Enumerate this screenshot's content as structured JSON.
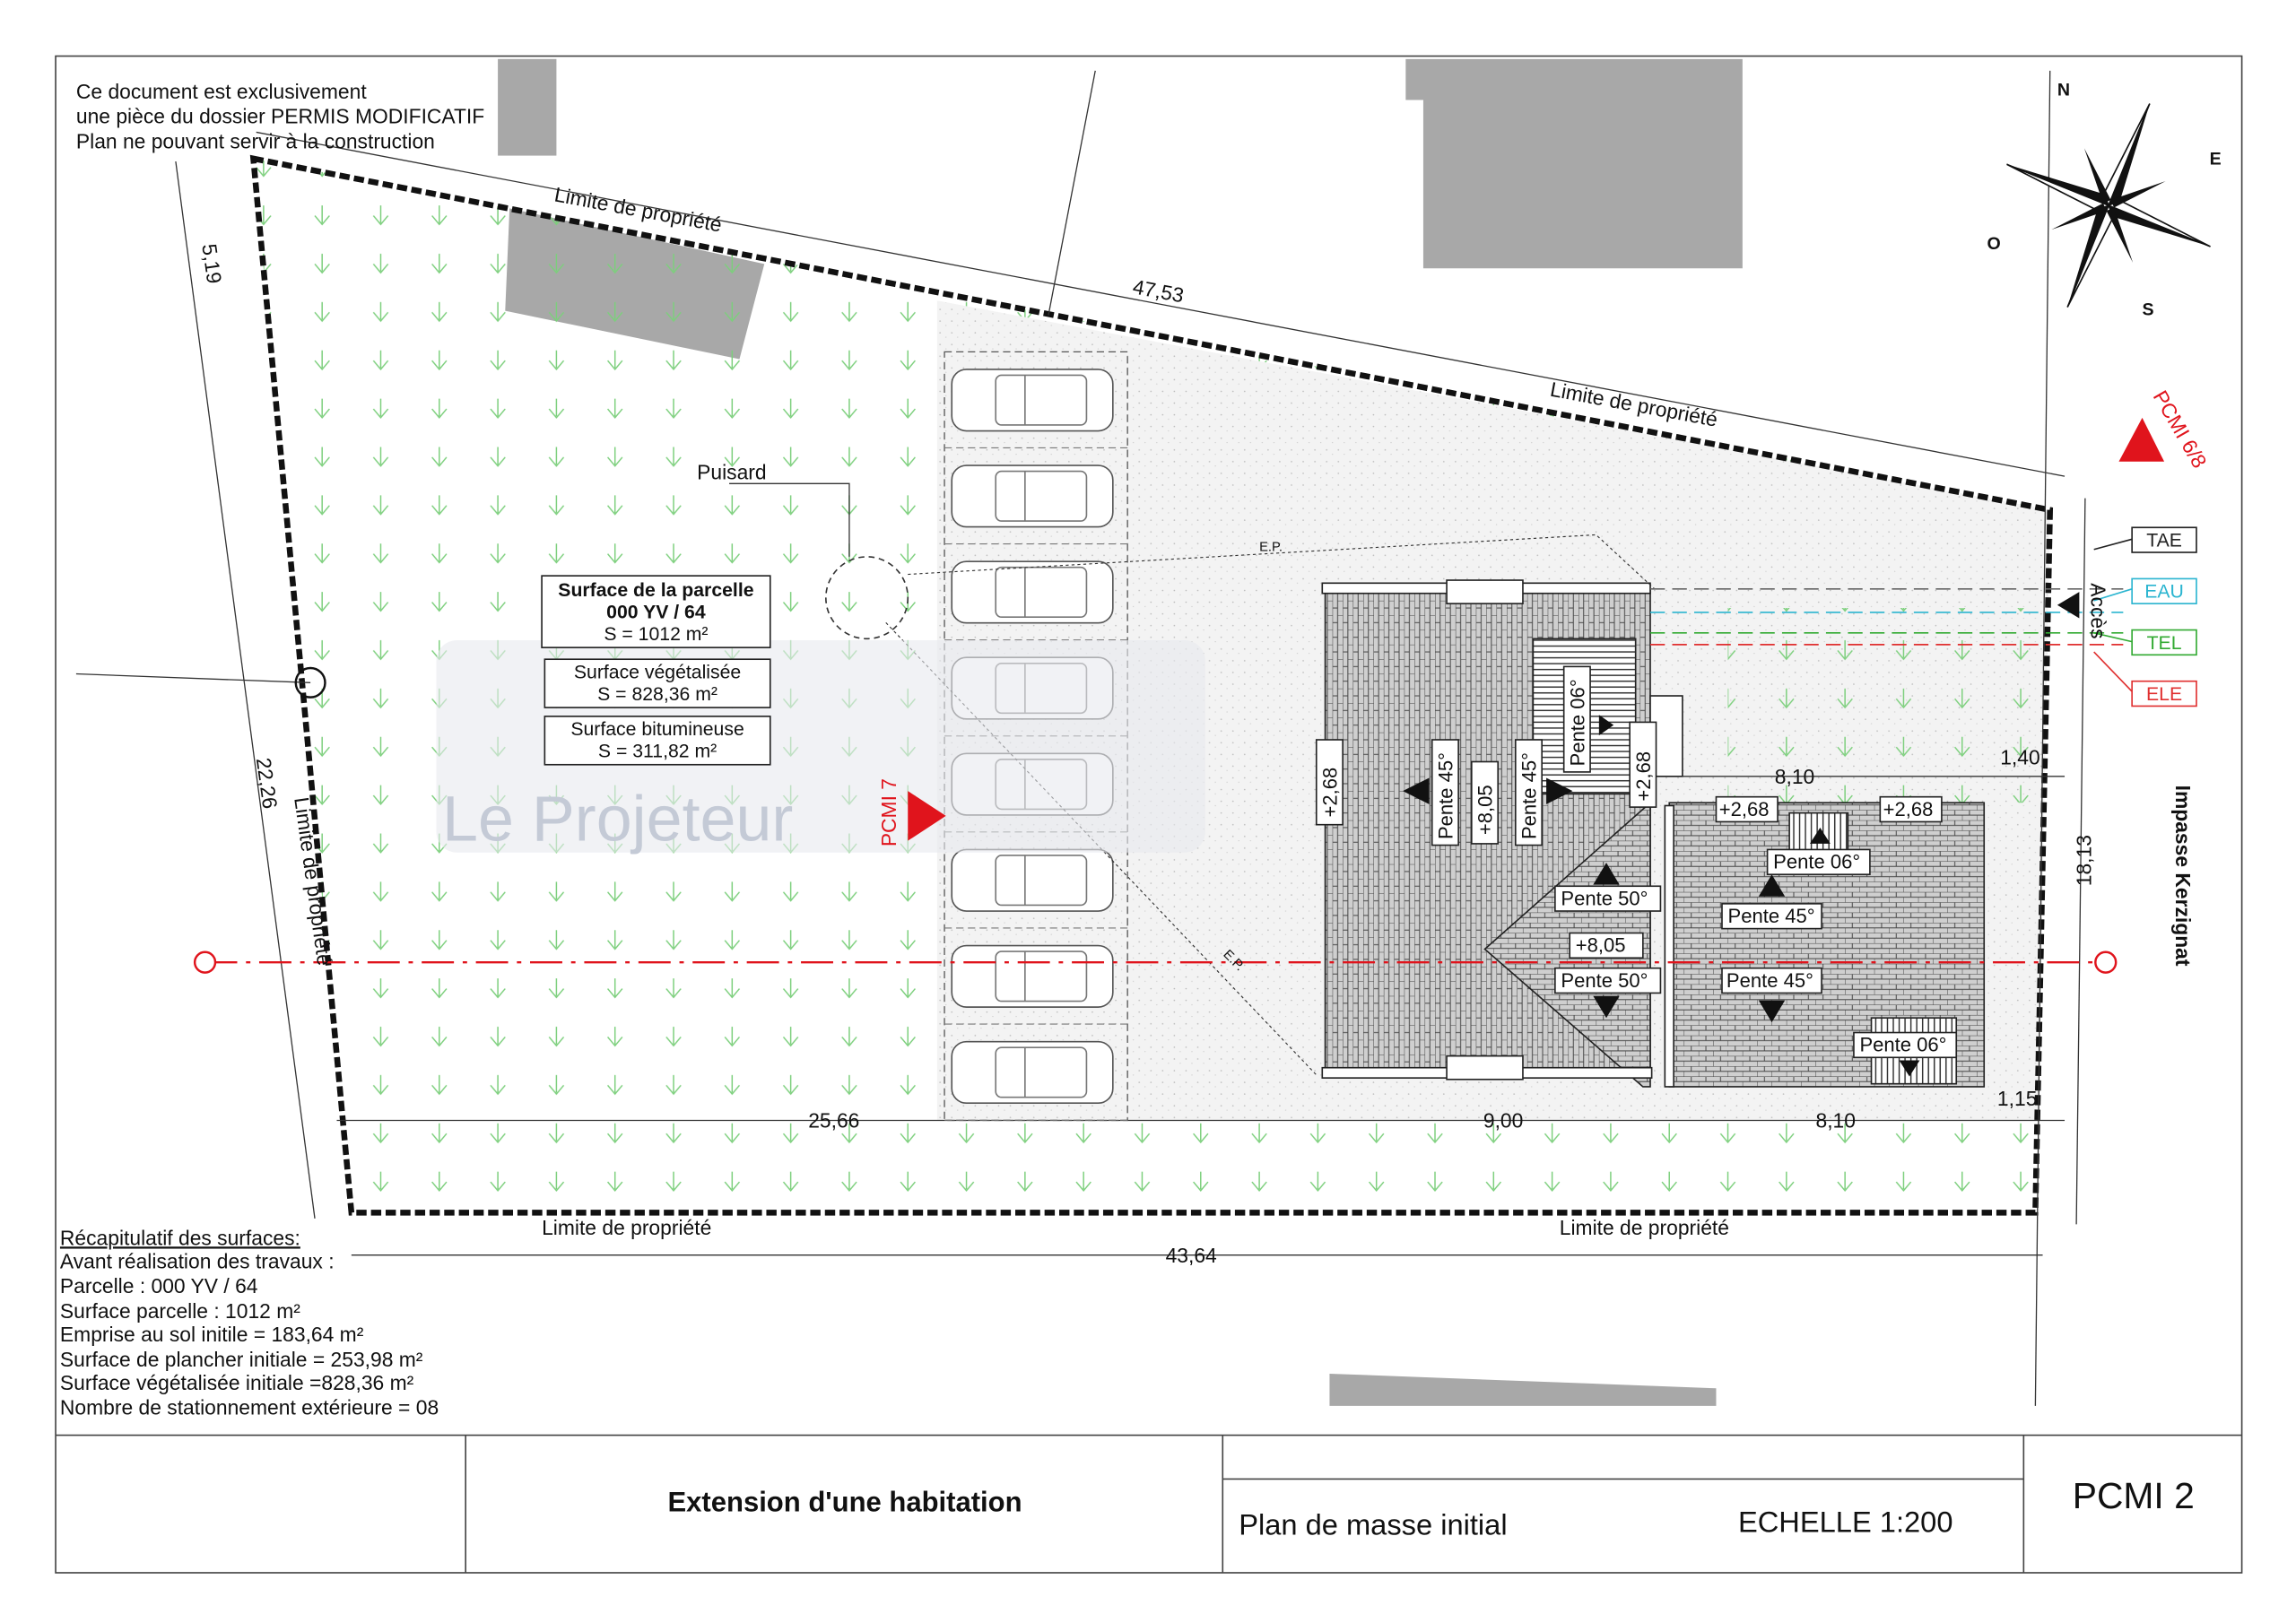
{
  "notice": [
    "Ce document est exclusivement",
    "une pièce du dossier PERMIS MODIFICATIF",
    "Plan ne pouvant servir à la construction"
  ],
  "labels": {
    "limite": "Limite de propriété",
    "puisard": "Puisard",
    "ep": "E.P.",
    "acces": "Accès",
    "street": "Impasse Kerzignat",
    "pcmi7": "PCMI 7",
    "pcmi6": "PCMI 6/8"
  },
  "watermark": "Le Projeteur",
  "parcel_box": {
    "title": "Surface de la parcelle",
    "ref": "000 YV / 64",
    "area": "S = 1012 m²"
  },
  "veg_box": {
    "title": "Surface végétalisée",
    "area": "S = 828,36 m²"
  },
  "bitu_box": {
    "title": "Surface bitumineuse",
    "area": "S = 311,82 m²"
  },
  "networks": [
    {
      "label": "TAE",
      "color": "#222222"
    },
    {
      "label": "EAU",
      "color": "#2bb5d0"
    },
    {
      "label": "TEL",
      "color": "#33aa33"
    },
    {
      "label": "ELE",
      "color": "#e03030"
    }
  ],
  "compass": {
    "n": "N",
    "e": "E",
    "s": "S",
    "o": "O"
  },
  "dimensions": {
    "d1": "47,53",
    "d2": "5,19",
    "d3": "22,26",
    "d4": "25,66",
    "d5": "9,00",
    "d6": "8,10",
    "d7": "8,10",
    "d8": "1,40",
    "d9": "18,13",
    "d10": "1,15",
    "d11": "43,64"
  },
  "roof": {
    "h268": "+2,68",
    "h805": "+8,05",
    "p45": "Pente 45°",
    "p50": "Pente 50°",
    "p06": "Pente 06°"
  },
  "summary": {
    "title": "Récapitulatif des surfaces:",
    "lines": [
      "Avant réalisation des travaux :",
      "Parcelle : 000 YV / 64",
      "Surface parcelle : 1012 m²",
      "Emprise au sol initile = 183,64 m²",
      "Surface de plancher initiale = 253,98 m²",
      "Surface végétalisée initiale =828,36 m²",
      "Nombre de stationnement extérieure = 08"
    ]
  },
  "title_block": {
    "project": "Extension d'une habitation",
    "sheet_title": "Plan de masse initial",
    "scale": "ECHELLE 1:200",
    "sheet_number": "PCMI 2"
  },
  "colors": {
    "grass": "#6cc36c",
    "accent_red": "#e0141c",
    "building": "#9a9a9a",
    "neighbor": "#a8a8a8"
  }
}
